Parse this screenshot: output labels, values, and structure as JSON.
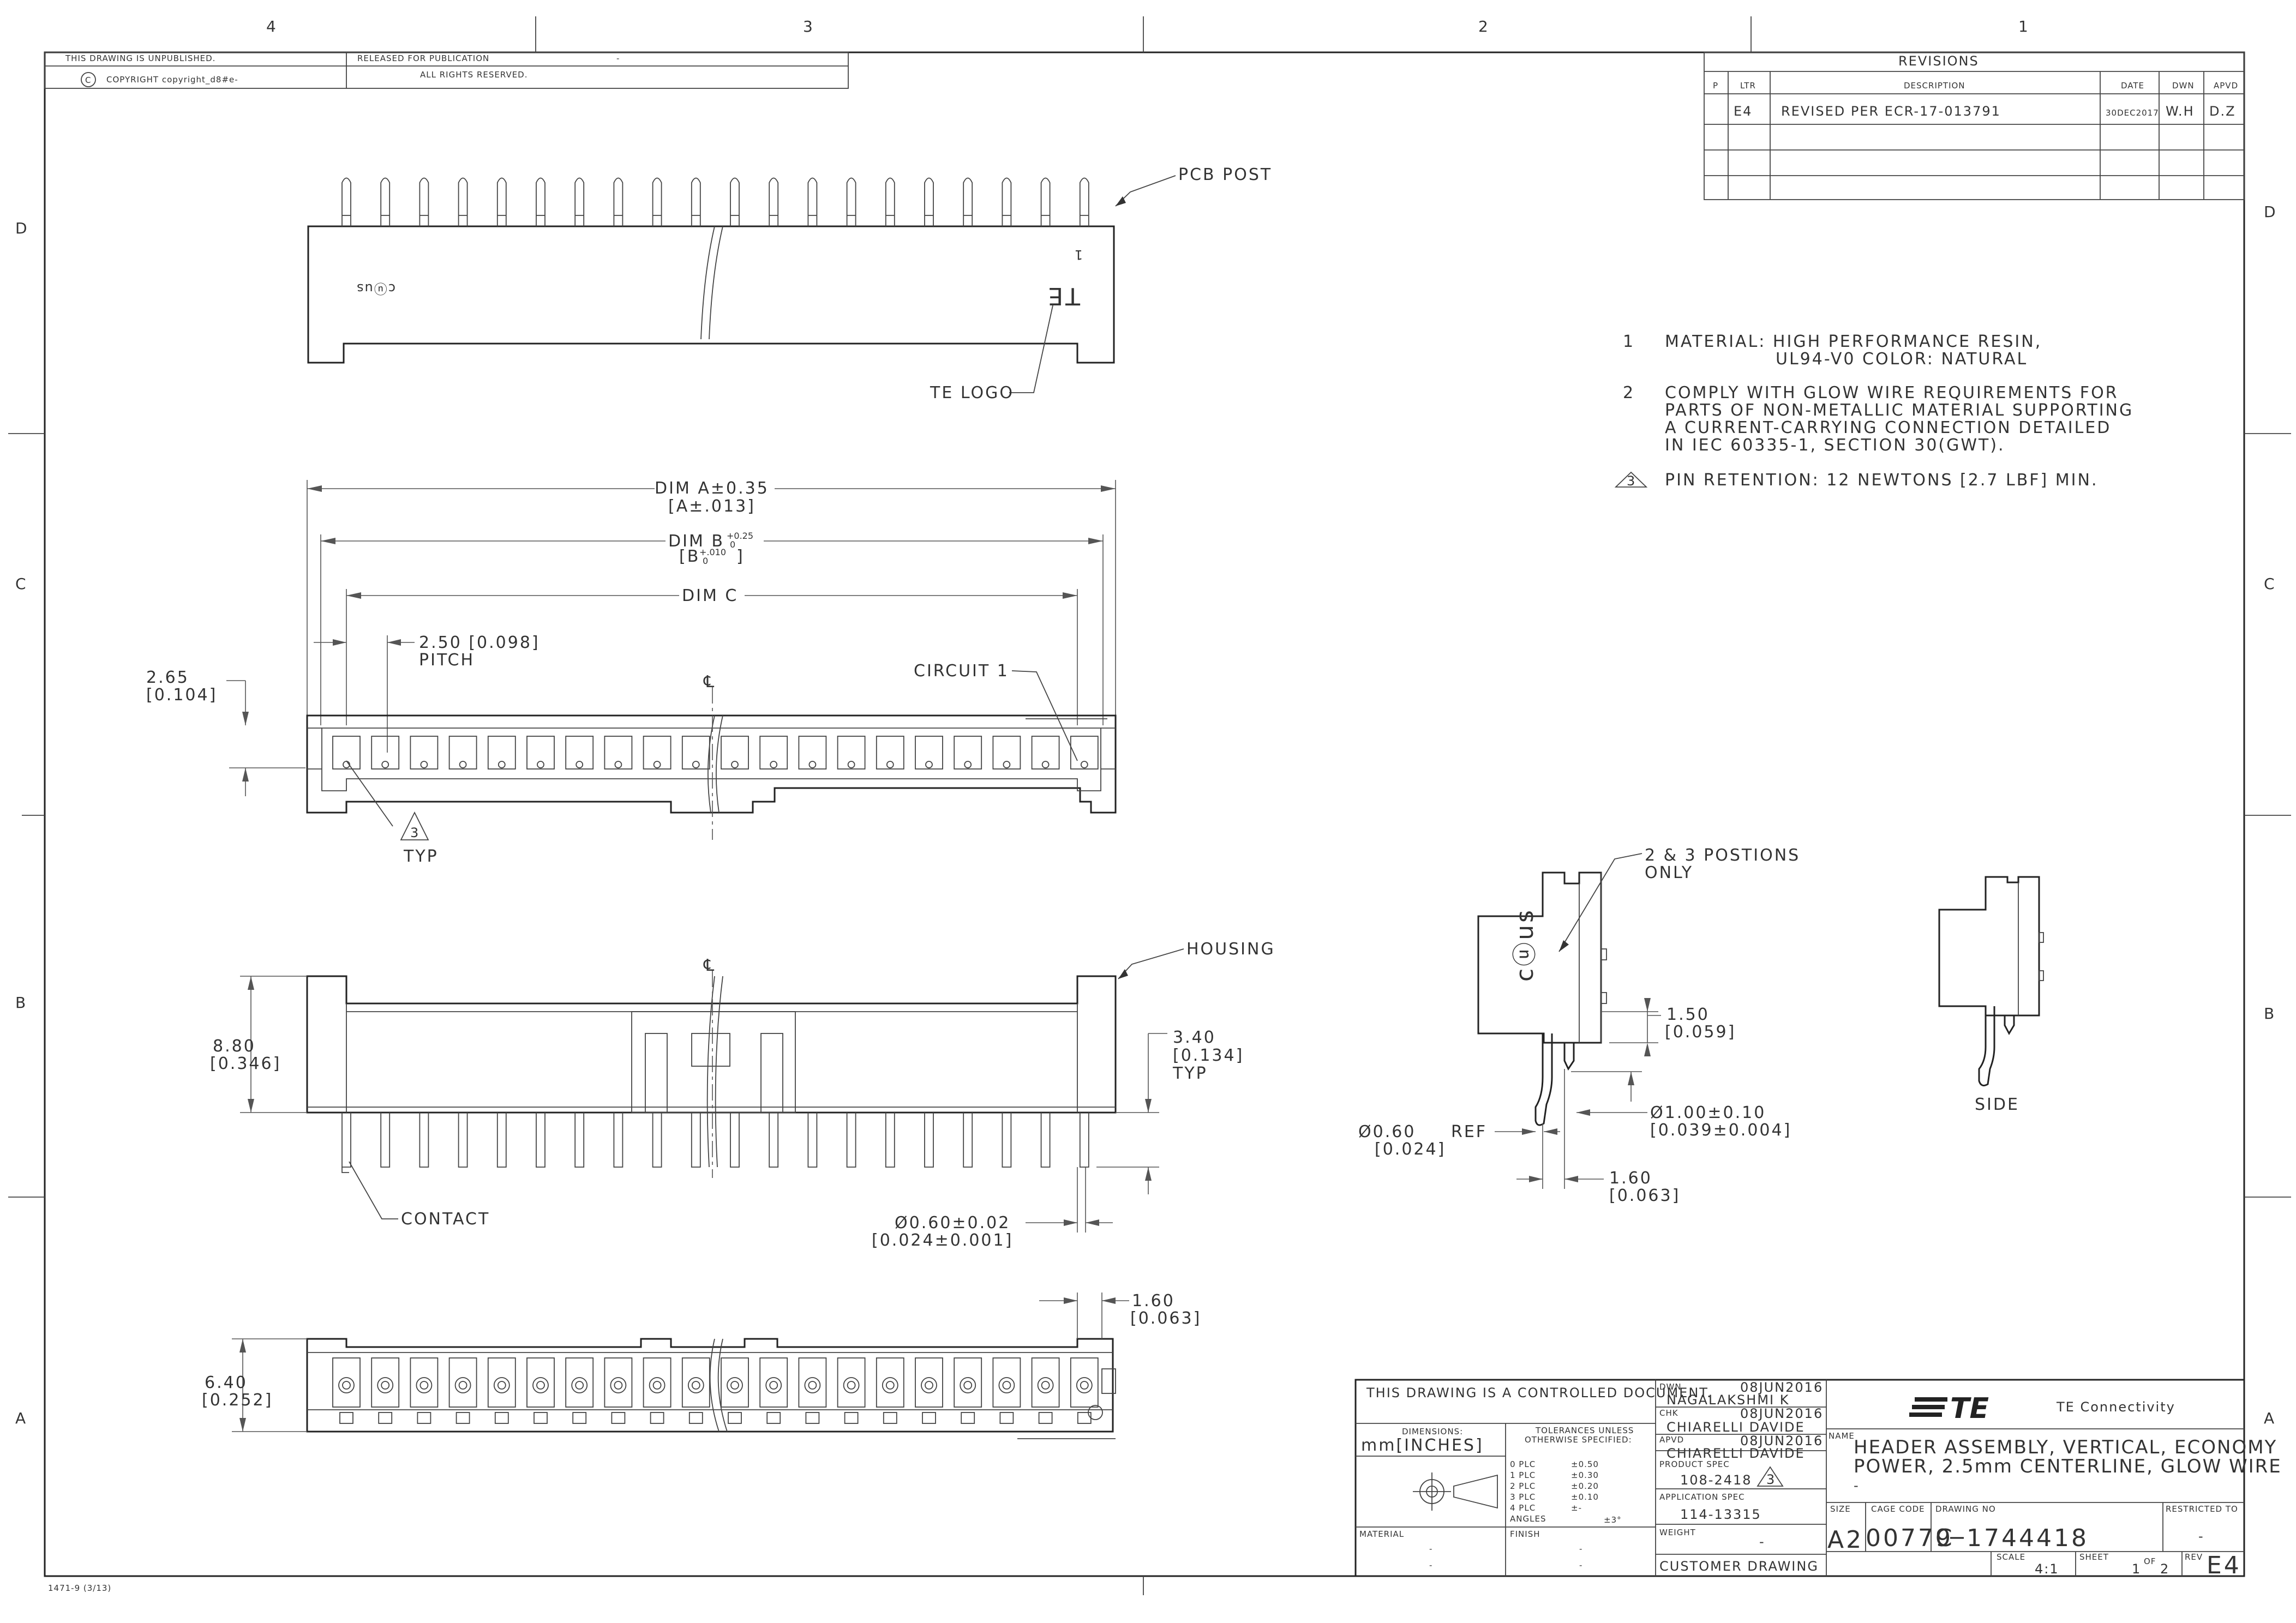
{
  "zones": {
    "columns": [
      "4",
      "3",
      "2",
      "1"
    ],
    "rows": [
      "D",
      "C",
      "B",
      "A"
    ]
  },
  "header_block": {
    "unpublished": "THIS DRAWING IS UNPUBLISHED.",
    "released": "RELEASED FOR PUBLICATION",
    "dash": "-",
    "copyright": "COPYRIGHT copyright_d8#e-",
    "rights": "ALL RIGHTS RESERVED."
  },
  "revisions": {
    "title": "REVISIONS",
    "headers": [
      "P",
      "LTR",
      "DESCRIPTION",
      "DATE",
      "DWN",
      "APVD"
    ],
    "rows": [
      {
        "ltr": "E4",
        "description": "REVISED PER ECR-17-013791",
        "date": "30DEC2017",
        "dwn": "W.H",
        "apvd": "D.Z"
      }
    ]
  },
  "notes": [
    {
      "num": "1",
      "lines": [
        "MATERIAL: HIGH PERFORMANCE RESIN,",
        "UL94-V0 COLOR: NATURAL"
      ]
    },
    {
      "num": "2",
      "lines": [
        "COMPLY WITH GLOW WIRE REQUIREMENTS FOR",
        "PARTS OF NON-METALLIC MATERIAL SUPPORTING",
        "A CURRENT-CARRYING CONNECTION DETAILED",
        "IN IEC 60335-1, SECTION 30(GWT)."
      ]
    },
    {
      "num": "3",
      "lines": [
        "PIN RETENTION: 12 NEWTONS [2.7 LBF] MIN."
      ]
    }
  ],
  "callouts": {
    "pcb_post": "PCB POST",
    "te_logo": "TE LOGO",
    "circuit_1": "CIRCUIT 1",
    "typ": "TYP",
    "housing": "HOUSING",
    "contact": "CONTACT",
    "positions": "2 & 3 POSTIONS",
    "only": "ONLY",
    "side": "SIDE",
    "flag_num": "3",
    "centerline": "℄"
  },
  "dimensions": {
    "dim_a": "DIM A±0.35",
    "dim_a_in": "[A±.013]",
    "dim_b": "DIM B",
    "dim_b_tol": "+0.25",
    "dim_b_tol0": "0",
    "dim_b_in": "[B",
    "dim_b_in_tol": "+.010",
    "dim_b_in_tol0": "0",
    "dim_b_in_close": "]",
    "dim_c": "DIM C",
    "pitch": "2.50 [0.098]",
    "pitch_label": "PITCH",
    "d265": "2.65",
    "d265_in": "[0.104]",
    "d880": "8.80",
    "d880_in": "[0.346]",
    "d340": "3.40",
    "d340_in": "[0.134]",
    "d340_typ": "TYP",
    "pin_dia": "Ø0.60±0.02",
    "pin_dia_in": "[0.024±0.001]",
    "d640": "6.40",
    "d640_in": "[0.252]",
    "d160_top": "1.60",
    "d160_top_in": "[0.063]",
    "d150": "1.50",
    "d150_in": "[0.059]",
    "d100": "Ø1.00±0.10",
    "d100_in": "[0.039±0.004]",
    "d060": "Ø0.60",
    "d060_ref": "REF",
    "d060_in": "[0.024]",
    "d160_side": "1.60",
    "d160_side_in": "[0.063]"
  },
  "title_block": {
    "controlled": "THIS DRAWING IS A CONTROLLED DOCUMENT.",
    "dimensions_label": "DIMENSIONS:",
    "dimensions_value": "mm[INCHES]",
    "tolerances_1": "TOLERANCES UNLESS",
    "tolerances_2": "OTHERWISE SPECIFIED:",
    "tol_rows": [
      {
        "plc": "0 PLC",
        "val": "±0.50"
      },
      {
        "plc": "1 PLC",
        "val": "±0.30"
      },
      {
        "plc": "2 PLC",
        "val": "±0.20"
      },
      {
        "plc": "3 PLC",
        "val": "±0.10"
      },
      {
        "plc": "4 PLC",
        "val": "±-"
      }
    ],
    "angles": "ANGLES",
    "angles_val": "±3°",
    "material_label": "MATERIAL",
    "material_1": "-",
    "material_2": "-",
    "finish_label": "FINISH",
    "finish_1": "-",
    "finish_2": "-",
    "dwn_label": "DWN",
    "dwn_date": "08JUN2016",
    "dwn_name": "NAGALAKSHMI K",
    "chk_label": "CHK",
    "chk_date": "08JUN2016",
    "chk_name": "CHIARELLI DAVIDE",
    "apvd_label": "APVD",
    "apvd_date": "08JUN2016",
    "apvd_name": "CHIARELLI DAVIDE",
    "product_spec_label": "PRODUCT SPEC",
    "product_spec": "108-2418",
    "product_spec_flag": "3",
    "app_spec_label": "APPLICATION SPEC",
    "app_spec": "114-13315",
    "weight_label": "WEIGHT",
    "weight": "-",
    "customer": "CUSTOMER DRAWING",
    "logo": "TE",
    "company": "TE Connectivity",
    "name_label": "NAME",
    "name_1": "HEADER ASSEMBLY, VERTICAL, ECONOMY",
    "name_2": "POWER, 2.5mm CENTERLINE, GLOW WIRE",
    "name_3": "-",
    "size_label": "SIZE",
    "size": "A2",
    "cage_label": "CAGE CODE",
    "cage": "00779",
    "drawing_no_label": "DRAWING NO",
    "drawing_prefix": "C",
    "drawing_no": "1744418",
    "restricted_label": "RESTRICTED TO",
    "restricted": "-",
    "scale_label": "SCALE",
    "scale": "4:1",
    "sheet_label": "SHEET",
    "sheet": "1",
    "of_label": "OF",
    "of": "2",
    "rev_label": "REV",
    "rev": "E4"
  },
  "form_no": "1471-9 (3/13)",
  "part_marking": {
    "housing_mark": "TE",
    "pin_one": "1",
    "ul_mark": "cⓤus"
  }
}
